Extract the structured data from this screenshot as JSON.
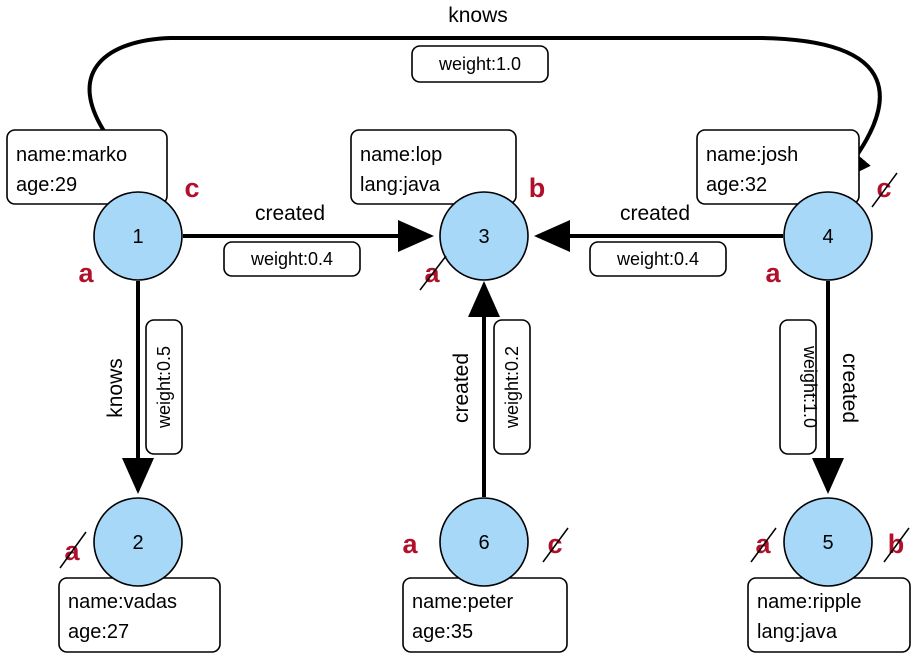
{
  "vertices": {
    "v1": {
      "id": "1",
      "props": [
        "name:marko",
        "age:29"
      ]
    },
    "v2": {
      "id": "2",
      "props": [
        "name:vadas",
        "age:27"
      ]
    },
    "v3": {
      "id": "3",
      "props": [
        "name:lop",
        "lang:java"
      ]
    },
    "v4": {
      "id": "4",
      "props": [
        "name:josh",
        "age:32"
      ]
    },
    "v5": {
      "id": "5",
      "props": [
        "name:ripple",
        "lang:java"
      ]
    },
    "v6": {
      "id": "6",
      "props": [
        "name:peter",
        "age:35"
      ]
    }
  },
  "edges": {
    "e1_4": {
      "label": "knows",
      "weight": "weight:1.0"
    },
    "e1_3": {
      "label": "created",
      "weight": "weight:0.4"
    },
    "e4_3": {
      "label": "created",
      "weight": "weight:0.4"
    },
    "e1_2": {
      "label": "knows",
      "weight": "weight:0.5"
    },
    "e6_3": {
      "label": "created",
      "weight": "weight:0.2"
    },
    "e4_5": {
      "label": "created",
      "weight": "weight:1.0"
    }
  },
  "marks": {
    "v1_a": "a",
    "v1_c": "c",
    "v2_a": "a",
    "v3_a": "a",
    "v3_b": "b",
    "v4_a": "a",
    "v4_c": "c",
    "v5_a": "a",
    "v5_b": "b",
    "v6_a": "a",
    "v6_c": "c"
  },
  "colors": {
    "vertex_fill": "#a8d8f8",
    "mark": "#b0102a",
    "line": "#000000"
  }
}
